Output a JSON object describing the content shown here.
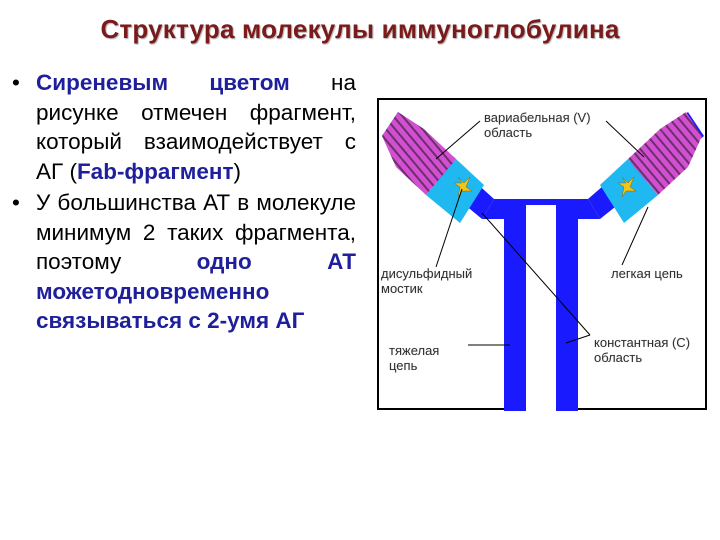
{
  "slide": {
    "title": "Структура молекулы иммуноглобулина"
  },
  "bullets": [
    {
      "parts": [
        {
          "text": "Сиреневым цветом",
          "accent": true
        },
        {
          "text": " на рисунке отмечен фрагмент, который взаимодействует с АГ (",
          "accent": false
        },
        {
          "text": "Fab-фрагмент",
          "accent": true
        },
        {
          "text": ")",
          "accent": false
        }
      ]
    },
    {
      "parts": [
        {
          "text": "У большинства АТ в молекуле минимум 2 таких фрагмента, поэтому ",
          "accent": false
        },
        {
          "text": "одно АТ можетодновременно связываться с 2-умя АГ",
          "accent": true
        }
      ]
    }
  ],
  "diagram": {
    "labels": {
      "variable_region": "вариабельная (V) область",
      "light_chain": "легкая цепь",
      "disulfide_bridge": "дисульфидный мостик",
      "constant_region": "константная (C) область",
      "heavy_chain": "тяжелая цепь"
    },
    "colors": {
      "heavy_chain": "#1a1aff",
      "light_chain_constant": "#1fb8f0",
      "variable_region": "#d24fd2",
      "variable_stripe": "#5a2a5a",
      "disulfide_bond": "#f2c51a",
      "pointer_line": "#000000"
    }
  }
}
